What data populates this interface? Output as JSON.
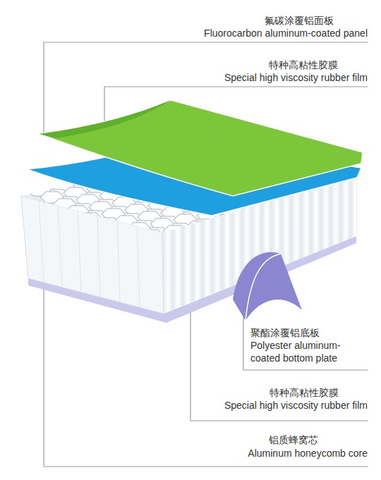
{
  "diagram": {
    "labels": [
      "氟碳涂覆铝面板",
      "Fluorocarbon aluminum-coated panel",
      "特种高粘性胶膜",
      "Special high viscosity rubber film",
      "聚酯涂覆铝底板",
      "Polyester aluminum-coated bottom plate",
      "特种高粘性胶膜",
      "Special high viscosity rubber film",
      "铝质蜂窝芯",
      "Aluminum honeycomb core"
    ]
  }
}
